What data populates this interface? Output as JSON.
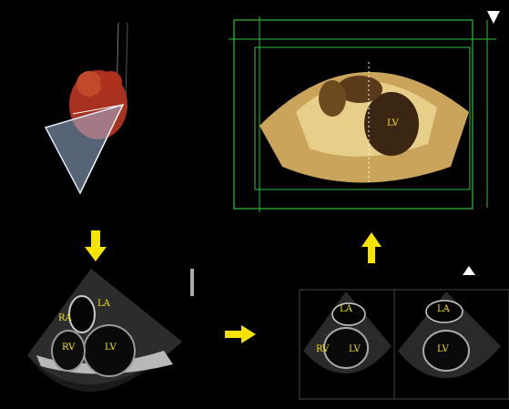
{
  "labels": {
    "vol_lv": "LV",
    "tl_ra": "RA",
    "tl_la": "LA",
    "tl_rv": "RV",
    "tl_lv": "LV",
    "br_left_la": "LA",
    "br_left_rv": "RV",
    "br_left_lv": "LV",
    "br_right_la": "LA",
    "br_right_lv": "LV"
  },
  "colors": {
    "label": "#f2e21a",
    "arrow": "#f5e400",
    "box": "#2fbf3a"
  },
  "icons": {
    "arrow_down": "arrow-down-icon",
    "arrow_right": "arrow-right-icon",
    "arrow_up": "arrow-up-icon"
  }
}
